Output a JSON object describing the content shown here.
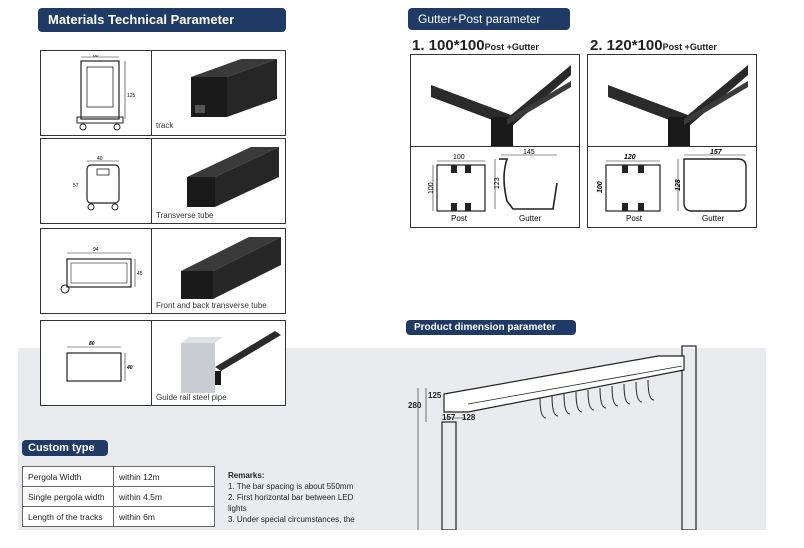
{
  "materials": {
    "title": "Materials Technical Parameter",
    "rows": [
      {
        "caption": "track",
        "dims": [
          "60",
          "125"
        ]
      },
      {
        "caption": "Transverse tube",
        "dims": [
          "40",
          "57"
        ]
      },
      {
        "caption": "Front and back transverse tube",
        "dims": [
          "94",
          "45"
        ]
      },
      {
        "caption": "Guide rail steel pipe",
        "dims": [
          "80",
          "40"
        ]
      }
    ]
  },
  "gutter_post": {
    "title": "Gutter+Post parameter",
    "options": [
      {
        "num": "1. 100*100",
        "sub": "Post +Gutter",
        "post_dims": [
          "100",
          "100"
        ],
        "gutter_dims": [
          "145",
          "123"
        ],
        "post_label": "Post",
        "gutter_label": "Gutter"
      },
      {
        "num": "2. 120*100",
        "sub": "Post +Gutter",
        "post_dims": [
          "120",
          "100"
        ],
        "gutter_dims": [
          "157",
          "128"
        ],
        "post_label": "Post",
        "gutter_label": "Gutter"
      }
    ]
  },
  "product_dimension": {
    "title": "Product dimension parameter",
    "dims": [
      "125",
      "280",
      "157",
      "128"
    ]
  },
  "custom_type": {
    "title": "Custom type",
    "rows": [
      {
        "label": "Pergola Width",
        "value": "within 12m"
      },
      {
        "label": "Single pergola width",
        "value": "within 4.5m"
      },
      {
        "label": "Length of the tracks",
        "value": "within 6m"
      }
    ]
  },
  "remarks": {
    "title": "Remarks:",
    "lines": [
      "1. The bar spacing is about 550mm",
      "2. First horizontal bar between LED",
      "lights",
      "3. Under special circumstances, the"
    ]
  },
  "colors": {
    "navy": "#1f3a64",
    "profile": "#1a1a1a",
    "band": "#e9ebee"
  }
}
